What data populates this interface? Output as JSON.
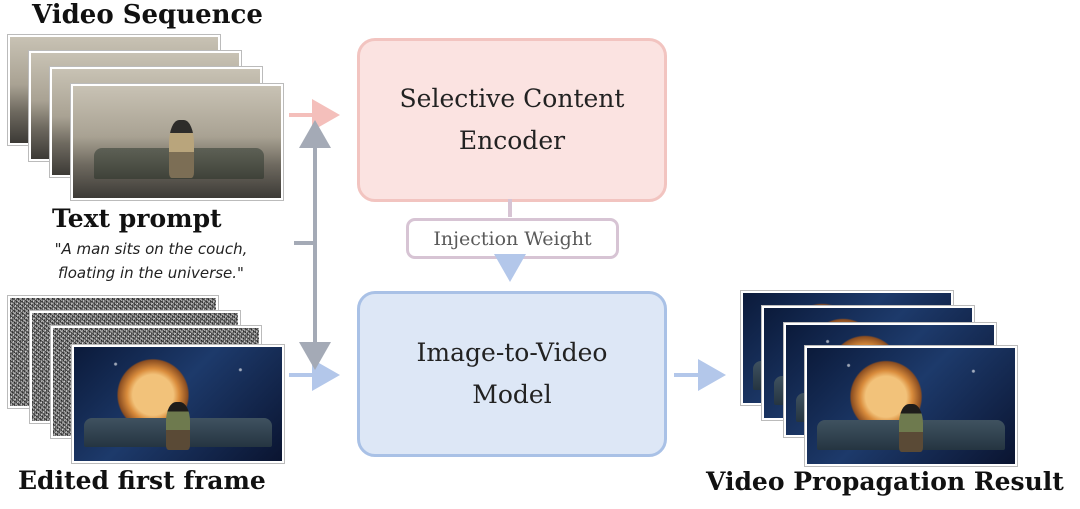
{
  "labels": {
    "video_sequence": "Video Sequence",
    "text_prompt": "Text  prompt",
    "prompt_line1": "\"A man sits on the couch,",
    "prompt_line2": "floating in the universe.\"",
    "edited_first_frame": "Edited first frame",
    "video_propagation_result": "Video Propagation Result"
  },
  "boxes": {
    "encoder_line1": "Selective Content",
    "encoder_line2": "Encoder",
    "injection_weight": "Injection Weight",
    "i2v_line1": "Image-to-Video",
    "i2v_line2": "Model"
  },
  "colors": {
    "encoder_fill": "#fbe3e1",
    "encoder_border": "#f2c4c0",
    "i2v_fill": "#dde7f6",
    "i2v_border": "#a9c1e6",
    "injection_border": "#d7c4d4",
    "arrow_pink": "#f4bfbb",
    "arrow_blue": "#b3c7ea",
    "arrow_gray": "#a4aab6"
  },
  "icons": {
    "input_video": "video-frame-stack",
    "noise": "noise-frame-stack",
    "edited_frame": "edited-frame-image",
    "output_video": "output-frame-stack"
  }
}
